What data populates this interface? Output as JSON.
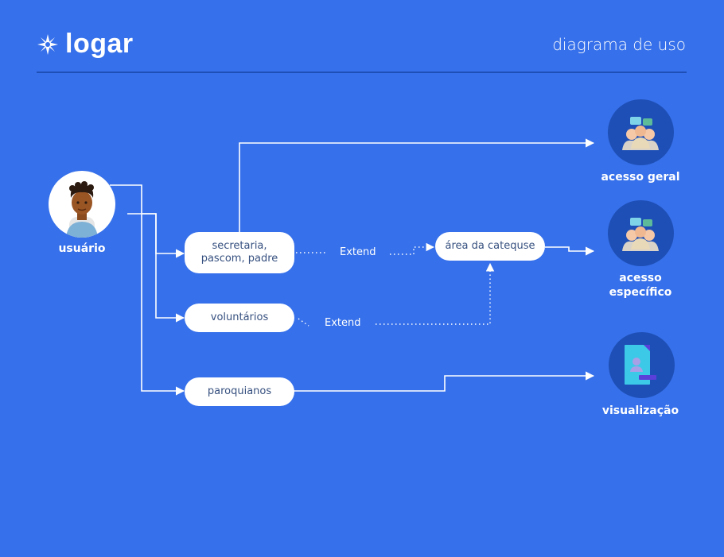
{
  "header": {
    "brand": "logar",
    "subtitle": "diagrama de uso"
  },
  "actor": {
    "label": "usuário"
  },
  "use_cases": {
    "secretaria": "secretaria,\npascom, padre",
    "voluntarios": "voluntários",
    "paroquianos": "paroquianos",
    "area_catequese": "área da catequse"
  },
  "extends": {
    "top": "Extend",
    "bottom": "Extend"
  },
  "outcomes": {
    "acesso_geral": "acesso geral",
    "acesso_especifico": "acesso\nespecífico",
    "visualizacao": "visualização"
  },
  "colors": {
    "background": "#3670EA",
    "circle_dark": "#1E4FB6",
    "node_text": "#36507F"
  }
}
